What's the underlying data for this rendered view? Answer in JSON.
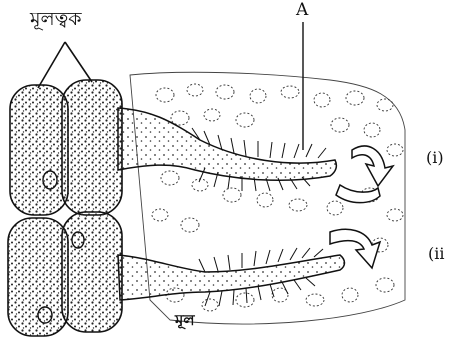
{
  "labels": {
    "top_left": "মূলত্বক",
    "pointer_a": "A",
    "marker_i": "(i)",
    "marker_ii": "(ii",
    "bottom": "মূল"
  },
  "colors": {
    "ink": "#111111",
    "stipple": "#222222",
    "background": "#ffffff"
  }
}
